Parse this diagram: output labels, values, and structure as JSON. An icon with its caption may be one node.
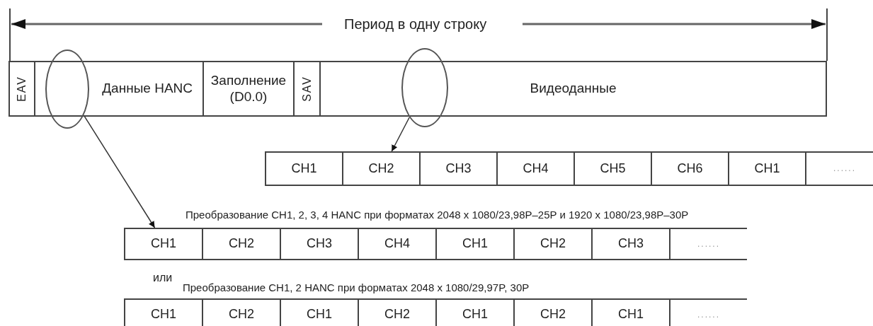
{
  "diagram": {
    "nodes": [
      {
        "text": [
          "EAV"
        ]
      },
      {
        "text": [
          "Данные HANC"
        ]
      },
      {
        "text": [
          "Заполнение (D0.0)"
        ]
      },
      {
        "text": [
          "SAV"
        ]
      },
      {
        "text": [
          "Видеоданные"
        ]
      },
      {
        "text": [],
        "shape": "circle"
      },
      {
        "text": [],
        "shape": "circle"
      },
      {
        "text": [
          "CH1"
        ]
      },
      {
        "text": [
          "CH2"
        ]
      },
      {
        "text": [
          "CH3"
        ]
      },
      {
        "text": [
          "CH4"
        ]
      },
      {
        "text": [
          "CH5"
        ]
      },
      {
        "text": [
          "CH6"
        ]
      },
      {
        "text": [
          "CH1"
        ]
      },
      {
        "text": [
          "......"
        ]
      },
      {
        "text": [
          "CH1"
        ]
      },
      {
        "text": [
          "CH2"
        ]
      },
      {
        "text": [
          "CH3"
        ]
      },
      {
        "text": [
          "CH4"
        ]
      },
      {
        "text": [
          "CH1"
        ]
      },
      {
        "text": [
          "CH2"
        ]
      },
      {
        "text": [
          "CH3"
        ]
      },
      {
        "text": [
          "......"
        ]
      },
      {
        "text": [
          "CH1"
        ]
      },
      {
        "text": [
          "CH2"
        ]
      },
      {
        "text": [
          "CH1"
        ]
      },
      {
        "text": [
          "CH2"
        ]
      },
      {
        "text": [
          "CH1"
        ]
      },
      {
        "text": [
          "CH2"
        ]
      },
      {
        "text": [
          "CH1"
        ]
      },
      {
        "text": [
          "......"
        ]
      }
    ],
    "edges": [
      {
        "from": 5,
        "to": 15,
        "arrow": "to"
      },
      {
        "from": 6,
        "to": 8,
        "arrow": "to"
      }
    ],
    "labels": [
      "Период в одну строку",
      "Преобразование CH1, 2, 3, 4 HANC при форматах 2048 x 1080/23,98P–25P и 1920 x 1080/23,98P–30P",
      "или",
      "Преобразование CH1, 2 HANC при форматах 2048 x 1080/29,97P, 30P"
    ]
  }
}
